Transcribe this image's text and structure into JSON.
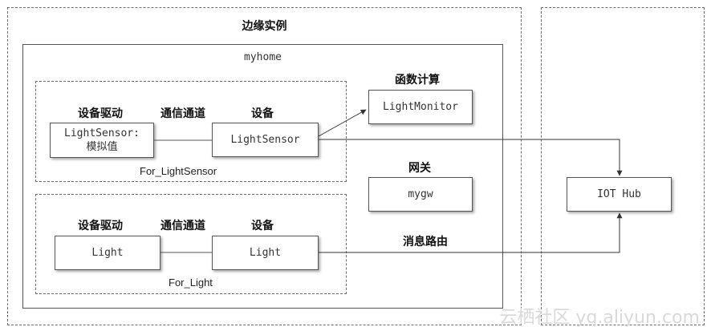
{
  "edge_instance": {
    "title": "边缘实例"
  },
  "myhome": {
    "title": "myhome"
  },
  "group_light_sensor": {
    "label": "For_LightSensor",
    "driver_header": "设备驱动",
    "channel_header": "通信通道",
    "device_header": "设备",
    "driver_line1": "LightSensor:",
    "driver_line2": "模拟值",
    "device_label": "LightSensor"
  },
  "group_light": {
    "label": "For_Light",
    "driver_header": "设备驱动",
    "channel_header": "通信通道",
    "device_header": "设备",
    "driver_label": "Light",
    "device_label": "Light"
  },
  "function_compute": {
    "header": "函数计算",
    "label": "LightMonitor"
  },
  "gateway": {
    "header": "网关",
    "label": "mygw"
  },
  "message_routing": {
    "label": "消息路由"
  },
  "iot_hub": {
    "label": "IOT Hub"
  },
  "watermark": {
    "text": "云栖社区 yq.aliyun.com"
  }
}
